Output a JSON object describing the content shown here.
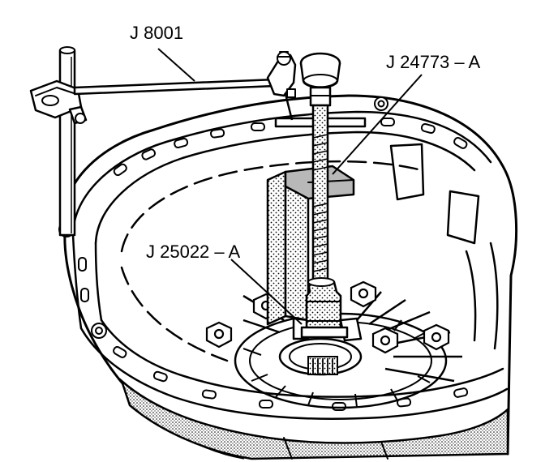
{
  "labels": {
    "tool_a": "J 8001",
    "tool_b": "J 24773 – A",
    "tool_c": "J 25022 – A"
  }
}
